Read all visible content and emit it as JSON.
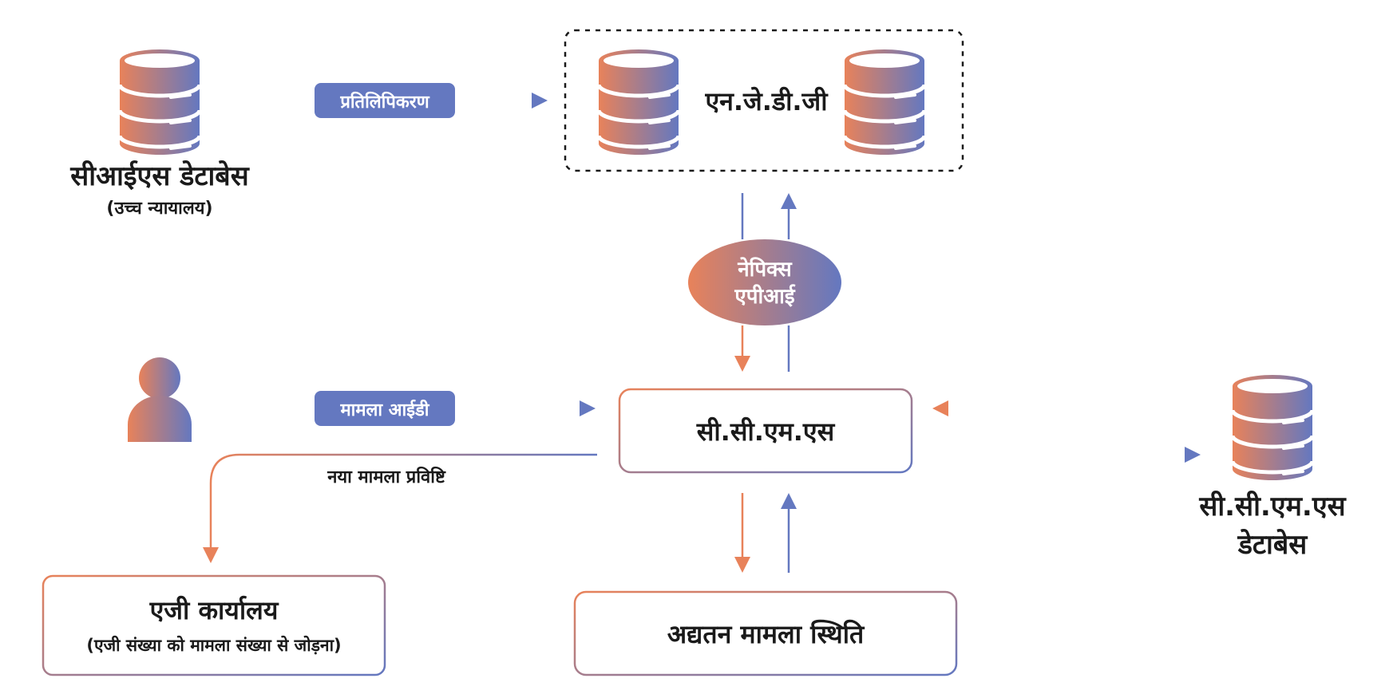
{
  "colors": {
    "orange": "#E8825A",
    "blue": "#6478C0",
    "pill": "#6478C0",
    "text": "#1a1a1a"
  },
  "icons": {
    "database": "database-icon",
    "person": "user-icon"
  },
  "nodes": {
    "cis_database": {
      "title": "सीआईएस डेटाबेस",
      "subtitle": "(उच्च न्यायालय)"
    },
    "njdg": {
      "title": "एन.जे.डी.जी"
    },
    "nepix_api": {
      "line1": "नेपिक्स",
      "line2": "एपीआई"
    },
    "ccms": {
      "title": "सी.सी.एम.एस"
    },
    "ccms_database": {
      "line1": "सी.सी.एम.एस",
      "line2": "डेटाबेस"
    },
    "ag_office": {
      "title": "एजी कार्यालय",
      "subtitle": "(एजी संख्या को मामला संख्या से जोड़ना)"
    },
    "updated_status": {
      "title": "अद्यतन मामला स्थिति"
    }
  },
  "edges": {
    "replication_label": "प्रतिलिपिकरण",
    "case_id_label": "मामला आईडी",
    "new_case_entry_label": "नया मामला प्रविष्टि"
  }
}
